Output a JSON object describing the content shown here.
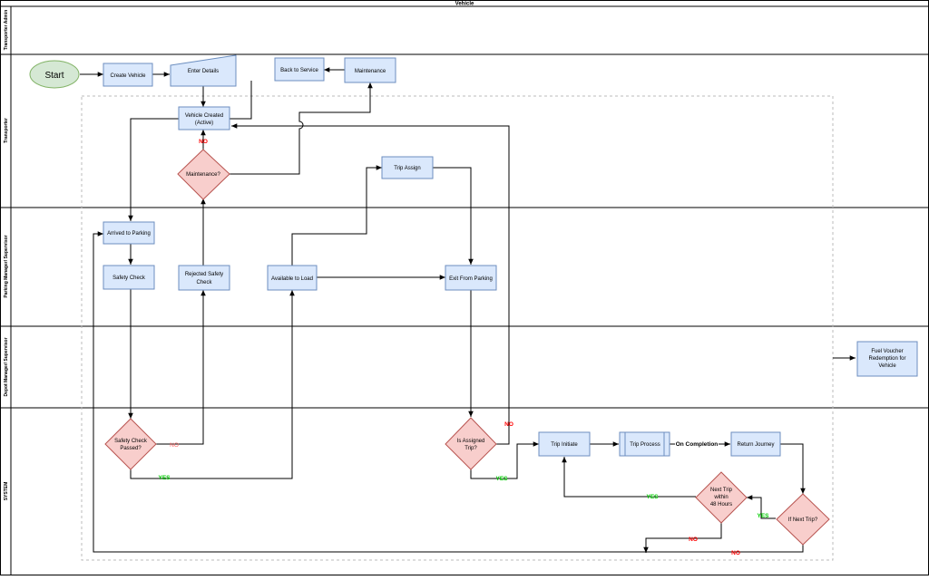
{
  "title": "Vehicle",
  "lanes": [
    {
      "id": "lane-transporter-admin",
      "label": "Transporter Admin"
    },
    {
      "id": "lane-transporter",
      "label": "Transporter"
    },
    {
      "id": "lane-parking-manager",
      "label": "Parking Manager/ Supervisor"
    },
    {
      "id": "lane-depot-manager",
      "label": "Depot Manager/ Supervisor"
    },
    {
      "id": "lane-system",
      "label": "SYSTEM"
    }
  ],
  "nodes": {
    "start": "Start",
    "create_vehicle": "Create Vehicle",
    "enter_details": "Enter Details",
    "back_to_service": "Back to Service",
    "maintenance": "Maintenance",
    "vehicle_created": [
      "Vehicle Created",
      "(Active)"
    ],
    "maintenance_q": "Maintenance?",
    "trip_assign": "Trip Assign",
    "arrived_parking": "Arrived to Parking",
    "safety_check": "Safety Check",
    "rejected_safety": [
      "Rejected Safety",
      "Check"
    ],
    "available_load": "Available to Load",
    "exit_parking": "Exit From Parking",
    "fuel_voucher": [
      "Fuel Voucher",
      "Redemption for",
      "Vehicle"
    ],
    "safety_passed": [
      "Safety Check",
      "Passed?"
    ],
    "is_assigned": [
      "Is Assigned",
      "Trip?"
    ],
    "trip_initiate": "Trip Initiate",
    "trip_process": "Trip Process",
    "return_journey": "Return Journey",
    "next_trip_48": [
      "Next Trip",
      "within",
      "48 Hours"
    ],
    "if_next_trip": "If Next Trip?"
  },
  "edge_labels": {
    "no_maint": "NO",
    "no_safety": "NO",
    "yes_safety": "YES",
    "no_assigned": "NO",
    "yes_assigned": "YES",
    "on_completion": "On Completion",
    "yes_48": "YES",
    "yes_next": "YES",
    "no_48": "NO",
    "no_next": "NO"
  },
  "colors": {
    "process_fill": "#dae8fc",
    "process_stroke": "#6c8ebf",
    "decision_fill": "#f8cecc",
    "decision_stroke": "#b85450",
    "start_fill": "#d5e8d4",
    "start_stroke": "#82b366",
    "yes_color": "#00cc00",
    "no_color": "#ff0000"
  }
}
